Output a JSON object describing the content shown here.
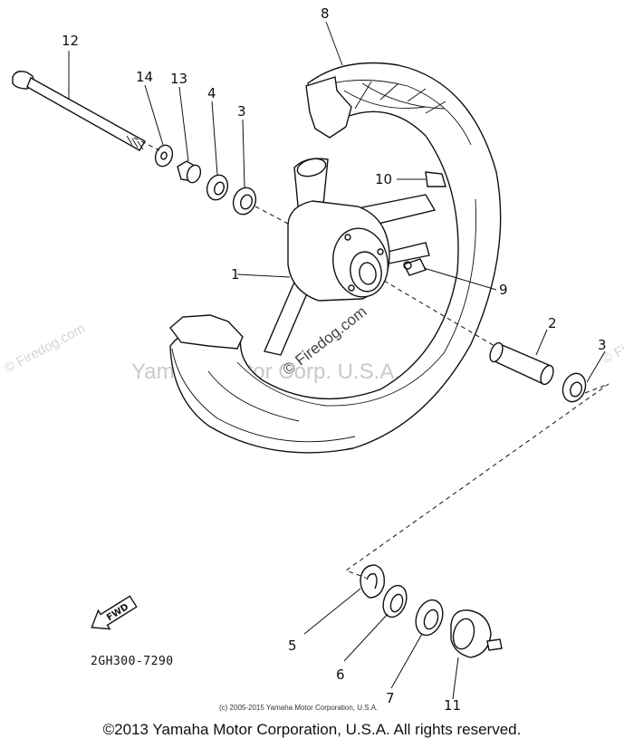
{
  "callouts": {
    "c12": "12",
    "c14": "14",
    "c13": "13",
    "c4": "4",
    "c3a": "3",
    "c8": "8",
    "c10": "10",
    "c1": "1",
    "c9": "9",
    "c2": "2",
    "c3b": "3",
    "c5": "5",
    "c6": "6",
    "c7": "7",
    "c11": "11"
  },
  "part_code": "2GH300-7290",
  "fwd_label": "FWD",
  "watermarks": {
    "main": "Yamaha Motor Corp. U.S.A.",
    "firedog_center": "© Firedog.com",
    "firedog_left": "© Firedog.com",
    "firedog_right": "© Firedog.com"
  },
  "source_copyright": "(c) 2005-2015 Yamaha Motor Corporation, U.S.A.",
  "footer_copyright": "©2013 Yamaha Motor Corporation, U.S.A. All rights reserved.",
  "colors": {
    "line": "#111111",
    "watermark": "#c9c9c9",
    "background": "#ffffff"
  }
}
